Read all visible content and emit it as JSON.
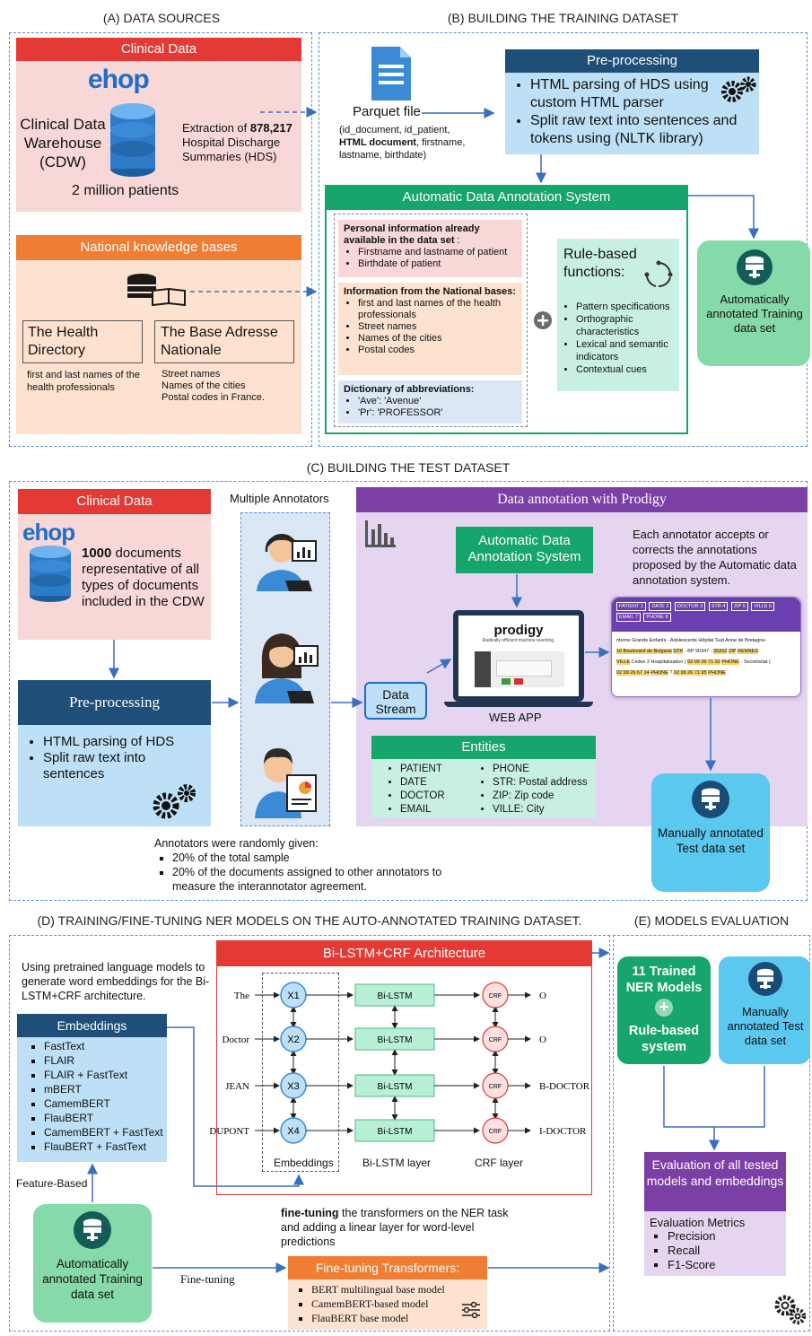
{
  "sections": {
    "a": "(A) DATA SOURCES",
    "b": "(B) BUILDING THE TRAINING DATASET",
    "c": "(C) BUILDING THE TEST DATASET",
    "d": "(D) TRAINING/FINE-TUNING NER MODELS ON THE AUTO-ANNOTATED TRAINING DATASET.",
    "e": "(E) MODELS EVALUATION"
  },
  "colors": {
    "red": "#e53935",
    "orange": "#ef7d33",
    "navy": "#1f4e79",
    "green": "#16a56b",
    "purple": "#7b3fa6",
    "blue": "#1e90d8",
    "lightblue": "#bde0f6",
    "lightgreen": "#86d9a8"
  },
  "a": {
    "clinical_header": "Clinical Data",
    "ehop_logo": "ehop",
    "cdw_label": "Clinical Data Warehouse (CDW)",
    "extraction_prefix": "Extraction of ",
    "extraction_count": "878,217",
    "extraction_suffix": "Hospital Discharge Summaries (HDS)",
    "patients": "2 million patients",
    "kb_header": "National knowledge bases",
    "health_dir_title": "The Health Directory",
    "health_dir_desc": "first and last names of the health professionals",
    "ban_title": "The Base Adresse Nationale",
    "ban_desc": [
      "Street names",
      "Names of the cities",
      "Postal codes in France."
    ]
  },
  "b": {
    "parquet_label": "Parquet file",
    "parquet_fields_1": "(id_document, id_patient,",
    "parquet_fields_bold": "HTML document",
    "parquet_fields_2": ", firstname,",
    "parquet_fields_3": "lastname, birthdate)",
    "preproc_header": "Pre-processing",
    "preproc_items": [
      "HTML parsing of HDS using custom HTML parser",
      "Split raw text into sentences and tokens using (NLTK library)"
    ],
    "annot_header": "Automatic Data Annotation System",
    "personal_title": "Personal information already available in the data set",
    "personal_colon": " :",
    "personal_items": [
      "Firstname and lastname of patient",
      "Birthdate of patient"
    ],
    "national_title": "Information from the National bases:",
    "national_items": [
      "first and last names of the health professionals",
      "Street names",
      "Names of the cities",
      "Postal codes"
    ],
    "abbr_title": "Dictionary of abbreviations:",
    "abbr_items": [
      "'Ave': 'Avenue'",
      "'Pr': 'PROFESSOR'"
    ],
    "rule_title": "Rule-based functions:",
    "rule_items": [
      "Pattern specifications",
      "Orthographic characteristics",
      "Lexical and semantic indicators",
      "Contextual cues"
    ],
    "auto_train": "Automatically annotated Training data set"
  },
  "c": {
    "clinical_header": "Clinical Data",
    "ehop_logo": "ehop",
    "docs_bold": "1000",
    "docs_text": " documents representative of all types of documents included in the CDW",
    "preproc_header": "Pre-processing",
    "preproc_items": [
      "HTML parsing of HDS",
      "Split raw text into sentences"
    ],
    "annotators_title": "Multiple Annotators",
    "annotators_note_title": "Annotators were randomly given:",
    "annotators_note_items": [
      "20% of the total sample",
      "20% of the documents assigned to other annotators to measure the interannotator agreement."
    ],
    "prodigy_header": "Data annotation with Prodigy",
    "auto_system": "Automatic Data Annotation System",
    "accept_text": "Each annotator accepts or corrects the annotations proposed by the Automatic data annotation system.",
    "data_stream": "Data Stream",
    "prodigy_logo": "prodigy",
    "prodigy_tagline": "Radically efficient machine teaching.",
    "web_app": "WEB APP",
    "entities_header": "Entities",
    "entities_left": [
      "PATIENT",
      "DATE",
      "DOCTOR",
      "EMAIL"
    ],
    "entities_right": [
      "PHONE",
      "STR: Postal address",
      "ZIP: Zip code",
      "VILLE: City"
    ],
    "shot_labels": [
      "PATIENT 1",
      "DATE 2",
      "DOCTOR 3",
      "STR 4",
      "ZIP 5",
      "VILLE 6",
      "EMAIL 7",
      "PHONE 8"
    ],
    "shot_line1": "nterne Grands Enfants - Adolescents Hôpital Sud Anne de Bretagne-",
    "shot_line2a": "16 Boulevard de Bulgarie",
    "shot_line2b": "STR",
    "shot_line2c": " - BP 90347 - ",
    "shot_line2d": "35203",
    "shot_line2e": "ZIP",
    "shot_line2f": "RENNES",
    "shot_line3a": "VILLE",
    "shot_line3b": " Cedex 2 Hospitalisation ( ",
    "shot_line3c": "02 99 26 71 92",
    "shot_line3d": "PHONE",
    "shot_line3e": " - Secrétariat (",
    "shot_line4a": "02 99 26 67 14",
    "shot_line4b": "PHONE",
    "shot_line4c": " ? ",
    "shot_line4d": "02 99 26 71 95",
    "shot_line4e": "PHONE",
    "manual_test": "Manually annotated Test data set"
  },
  "d": {
    "intro": "Using pretrained language models to generate word embeddings for the Bi-LSTM+CRF architecture.",
    "emb_header": "Embeddings",
    "emb_items": [
      "FastText",
      "FLAIR",
      "FLAIR + FastText",
      "mBERT",
      "CamemBERT",
      "FlauBERT",
      "CamemBERT + FastText",
      "FlauBERT + FastText"
    ],
    "feature_based": "Feature-Based",
    "auto_train": "Automatically annotated Training data set",
    "fine_tuning_label": "Fine-tuning",
    "bilstm_header": "Bi-LSTM+CRF Architecture",
    "words": [
      "The",
      "Doctor",
      "JEAN",
      "DUPONT"
    ],
    "x_labels": [
      "X1",
      "X2",
      "X3",
      "X4"
    ],
    "lstm_label": "Bi-LSTM",
    "crf_label": "CRF",
    "outputs": [
      "O",
      "O",
      "B-DOCTOR",
      "I-DOCTOR"
    ],
    "col_emb": "Embeddings",
    "col_lstm": "Bi-LSTM layer",
    "col_crf": "CRF layer",
    "ft_desc_bold": "fine-tuning",
    "ft_desc": " the transformers on the NER task and adding a linear layer for word-level predictions",
    "ft_header": "Fine-tuning Transformers:",
    "ft_items": [
      "BERT multilingual base model",
      "CamemBERT-based model",
      "FlauBERT base model"
    ]
  },
  "e": {
    "models_line1": "11 Trained NER Models",
    "plus": "+",
    "models_line2": "Rule-based system",
    "manual_test": "Manually annotated Test data set",
    "eval_header": "Evaluation of all tested models and embeddings",
    "metrics_title": "Evaluation Metrics",
    "metrics": [
      "Precision",
      "Recall",
      "F1-Score"
    ]
  }
}
